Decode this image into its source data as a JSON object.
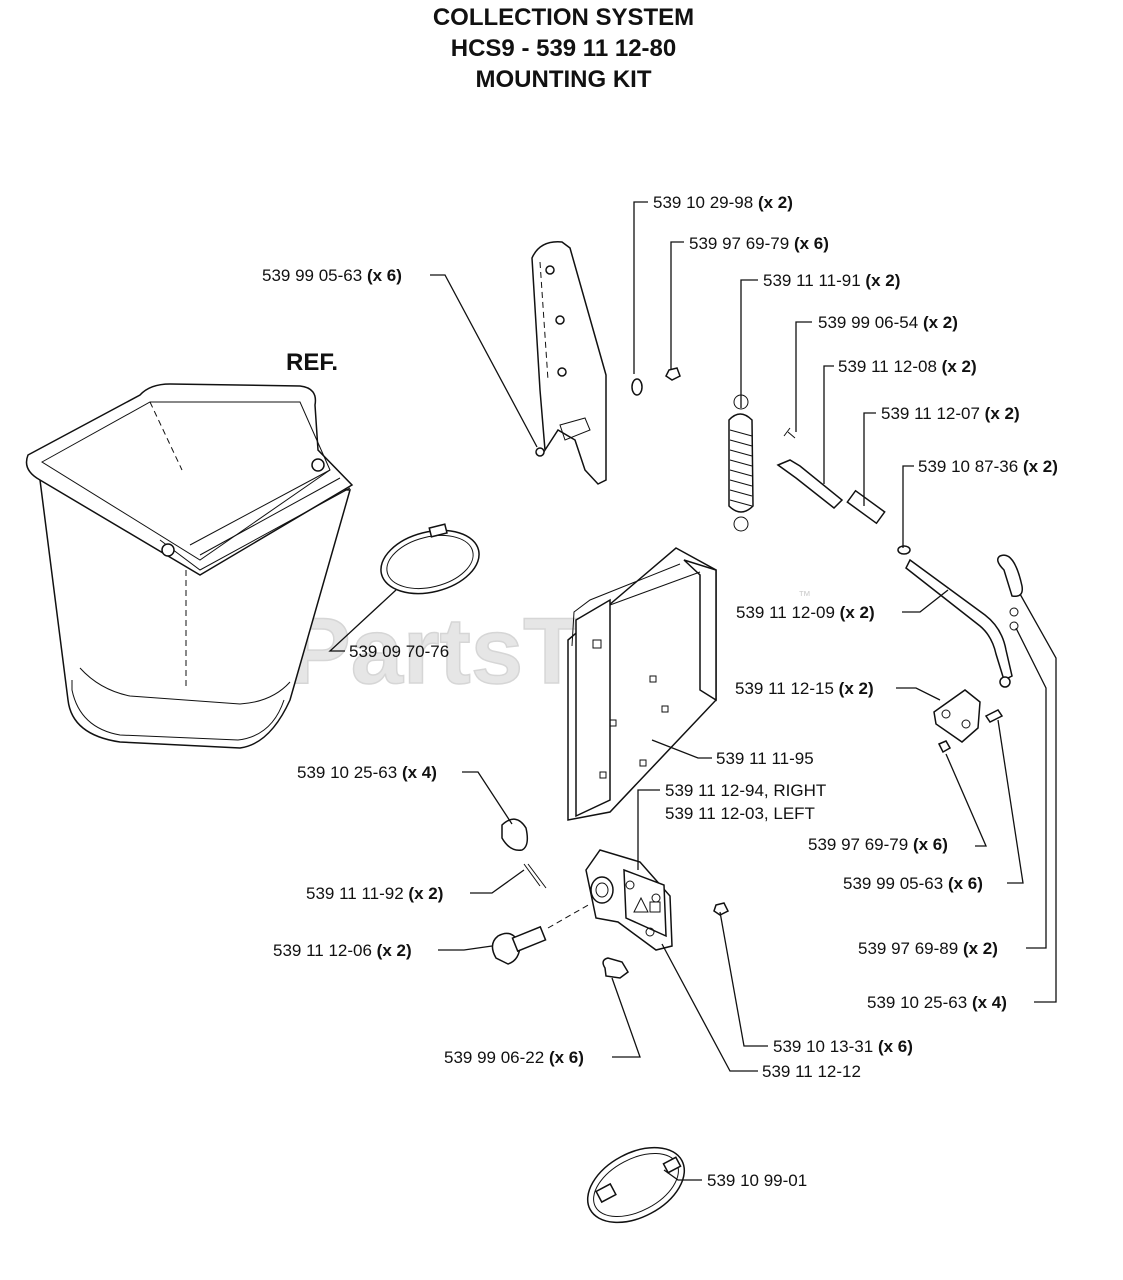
{
  "title": {
    "line1": "COLLECTION SYSTEM",
    "line2": "HCS9 - 539 11 12-80",
    "line3": "MOUNTING KIT"
  },
  "ref_label": "REF.",
  "watermark": "PartsTree",
  "watermark_mark": "™",
  "callouts": [
    {
      "id": "c1",
      "part": "539 10 29-98",
      "qty": "(x 2)"
    },
    {
      "id": "c2",
      "part": "539 97 69-79",
      "qty": "(x 6)"
    },
    {
      "id": "c3",
      "part": "539 99 05-63",
      "qty": "(x 6)"
    },
    {
      "id": "c4",
      "part": "539 11 11-91",
      "qty": "(x 2)"
    },
    {
      "id": "c5",
      "part": "539 99 06-54",
      "qty": "(x 2)"
    },
    {
      "id": "c6",
      "part": "539 11 12-08",
      "qty": "(x 2)"
    },
    {
      "id": "c7",
      "part": "539 11 12-07",
      "qty": "(x 2)"
    },
    {
      "id": "c8",
      "part": "539 10 87-36",
      "qty": "(x 2)"
    },
    {
      "id": "c9",
      "part": "539 09 70-76",
      "qty": ""
    },
    {
      "id": "c10",
      "part": "539 11 12-09",
      "qty": "(x 2)"
    },
    {
      "id": "c11",
      "part": "539 11 12-15",
      "qty": "(x 2)"
    },
    {
      "id": "c12",
      "part": "539 11 11-95",
      "qty": ""
    },
    {
      "id": "c13",
      "part": "539 10 25-63",
      "qty": "(x 4)"
    },
    {
      "id": "c14",
      "part": "539 11 12-94, RIGHT",
      "qty": ""
    },
    {
      "id": "c15",
      "part": "539 11 12-03, LEFT",
      "qty": ""
    },
    {
      "id": "c16",
      "part": "539 97 69-79",
      "qty": "(x 6)"
    },
    {
      "id": "c17",
      "part": "539 11 11-92",
      "qty": "(x 2)"
    },
    {
      "id": "c18",
      "part": "539 99 05-63",
      "qty": "(x 6)"
    },
    {
      "id": "c19",
      "part": "539 11 12-06",
      "qty": "(x 2)"
    },
    {
      "id": "c20",
      "part": "539 97 69-89",
      "qty": "(x 2)"
    },
    {
      "id": "c21",
      "part": "539 10 25-63",
      "qty": "(x 4)"
    },
    {
      "id": "c22",
      "part": "539 99 06-22",
      "qty": "(x 6)"
    },
    {
      "id": "c23",
      "part": "539 10 13-31",
      "qty": "(x 6)"
    },
    {
      "id": "c24",
      "part": "539 11 12-12",
      "qty": ""
    },
    {
      "id": "c25",
      "part": "539 10 99-01",
      "qty": ""
    }
  ]
}
